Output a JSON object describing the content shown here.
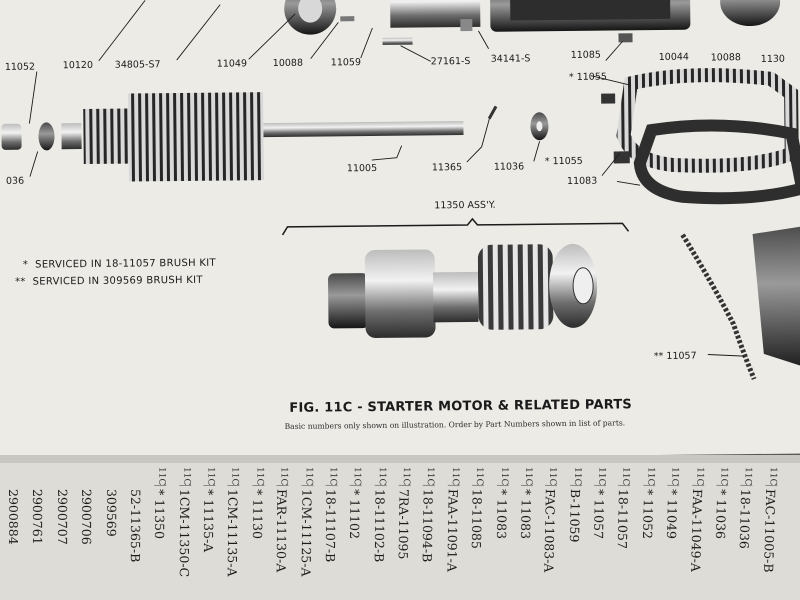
{
  "figure": {
    "title": "FIG. 11C - STARTER MOTOR & RELATED PARTS",
    "caption": "Basic numbers only shown on illustration. Order by Part Numbers shown in list of parts.",
    "assembly_label": "11350 ASS'Y."
  },
  "notes": [
    {
      "marker": "*",
      "text": "SERVICED IN 18-11057 BRUSH KIT"
    },
    {
      "marker": "**",
      "text": "SERVICED IN 309569 BRUSH KIT"
    }
  ],
  "part_labels": {
    "p10120": "10120",
    "p34805": "34805-S7",
    "p11049": "11049",
    "p10088a": "10088",
    "p11059": "11059",
    "p27161": "27161-S",
    "p34141": "34141-S",
    "p11085": "11085",
    "p10044": "10044",
    "p10088b": "10088",
    "p1130": "1130",
    "p11052": "11052",
    "p036": "036",
    "p11055a": "* 11055",
    "p11055b": "* 11055",
    "p11005": "11005",
    "p11365": "11365",
    "p11036": "11036",
    "p11083": "11083",
    "p11057": "** 11057"
  },
  "parts_list_columns": [
    {
      "tag": "",
      "value": "2900884"
    },
    {
      "tag": "",
      "value": "2900761"
    },
    {
      "tag": "",
      "value": "2900707"
    },
    {
      "tag": "",
      "value": "2900706"
    },
    {
      "tag": "",
      "value": "309569"
    },
    {
      "tag": "",
      "value": "52-11365-B"
    },
    {
      "tag": "11C",
      "value": "* 11350"
    },
    {
      "tag": "11C",
      "value": "1CM-11350-C"
    },
    {
      "tag": "11C",
      "value": "* 11135-A"
    },
    {
      "tag": "11C",
      "value": "1CM-11135-A"
    },
    {
      "tag": "11C",
      "value": "* 11130"
    },
    {
      "tag": "11C",
      "value": "FAR-11130-A"
    },
    {
      "tag": "11C",
      "value": "1CM-11125-A"
    },
    {
      "tag": "11C",
      "value": "18-11107-B"
    },
    {
      "tag": "11C",
      "value": "* 11102"
    },
    {
      "tag": "11C",
      "value": "18-11102-B"
    },
    {
      "tag": "11C",
      "value": "7RA-11095"
    },
    {
      "tag": "11C",
      "value": "18-11094-B"
    },
    {
      "tag": "11C",
      "value": "FAA-11091-A"
    },
    {
      "tag": "11C",
      "value": "18-11085"
    },
    {
      "tag": "11C",
      "value": "* 11083"
    },
    {
      "tag": "11C",
      "value": "* 11083"
    },
    {
      "tag": "11C",
      "value": "FAC-11083-A"
    },
    {
      "tag": "11C",
      "value": "B-11059"
    },
    {
      "tag": "11C",
      "value": "* 11057"
    },
    {
      "tag": "11C",
      "value": "18-11057"
    },
    {
      "tag": "11C",
      "value": "* 11052"
    },
    {
      "tag": "11C",
      "value": "* 11049"
    },
    {
      "tag": "11C",
      "value": "FAA-11049-A"
    },
    {
      "tag": "11C",
      "value": "* 11036"
    },
    {
      "tag": "11C",
      "value": "18-11036"
    },
    {
      "tag": "11C",
      "value": "FAC-11005-B"
    }
  ],
  "colors": {
    "paper": "#ecebe6",
    "ink": "#1b1b1b",
    "lower_page": "#dedcd6",
    "background": "#5c5a55"
  }
}
